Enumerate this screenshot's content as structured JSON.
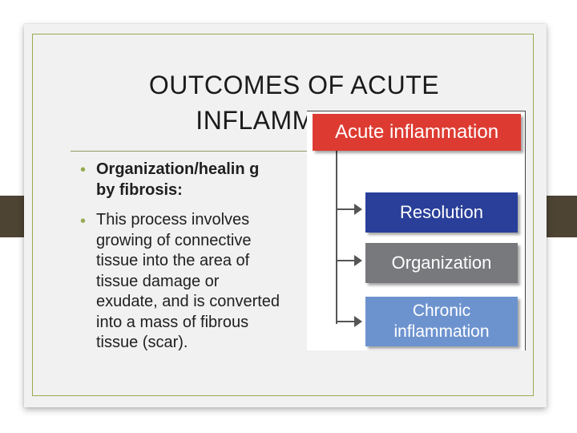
{
  "slide": {
    "title_line1": "OUTCOMES OF ACUTE",
    "title_line2": "INFLAMMATION",
    "bullets": [
      "Organization/healin g by fibrosis:",
      "This process involves growing of connective tissue into the area of tissue damage or exudate, and is converted into a mass of fibrous tissue (scar)."
    ],
    "bullet_symbol": "•"
  },
  "diagram": {
    "root": "Acute inflammation",
    "outcomes": [
      "Resolution",
      "Organization",
      "Chronic inflammation"
    ]
  },
  "colors": {
    "accent": "#97ab52",
    "root_box": "#dd3b32",
    "resolution_box": "#2a3f9a",
    "organization_box": "#77797c",
    "chronic_box": "#6d93cf",
    "side_tabs": "#4e4434"
  }
}
